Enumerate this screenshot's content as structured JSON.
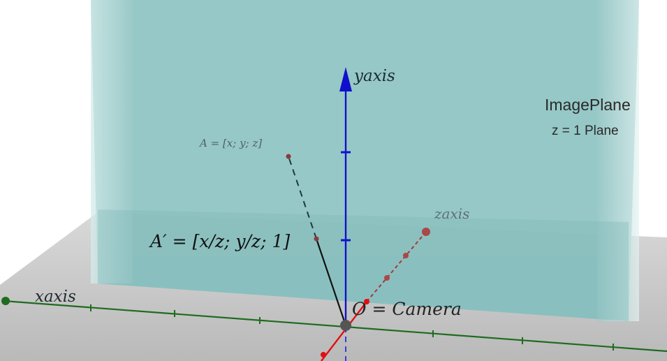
{
  "image_plane": {
    "title": "ImagePlane",
    "subtitle": "z = 1 Plane"
  },
  "axes": {
    "x_label": "xaxis",
    "y_label": "yaxis",
    "z_label": "zaxis"
  },
  "points": {
    "a_label": "A = [x; y; z]",
    "a_prime_label": "A′ = [x/z; y/z; 1]",
    "origin_label": "O = Camera"
  },
  "colors": {
    "plane": "#8cc3c2",
    "floor": "#c9c9c9",
    "x_axis": "#1f6b1f",
    "y_axis": "#1010cc",
    "z_axis": "#e01010",
    "point": "#8b3a3a"
  }
}
